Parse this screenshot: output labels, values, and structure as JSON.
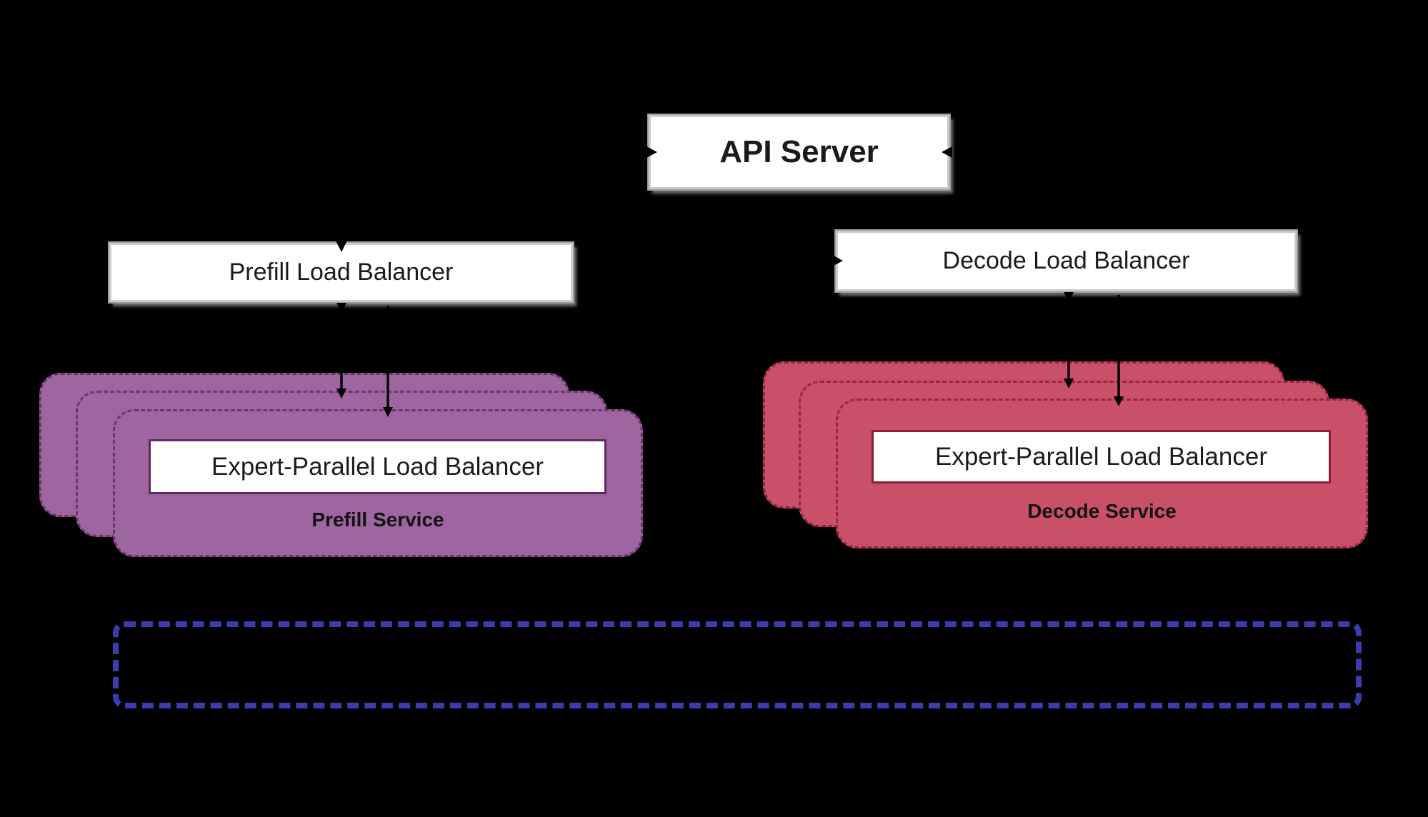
{
  "nodes": {
    "api_server": {
      "label": "API Server"
    },
    "prefill_load_balancer": {
      "label": "Prefill Load Balancer"
    },
    "decode_load_balancer": {
      "label": "Decode Load Balancer"
    },
    "prefill_service": {
      "expert_parallel_lb_label": "Expert-Parallel Load Balancer",
      "service_label": "Prefill Service",
      "replicas_shown": 3,
      "fill_color": "#9e66a0",
      "dashed_border_color": "#6e3470"
    },
    "decode_service": {
      "expert_parallel_lb_label": "Expert-Parallel Load Balancer",
      "service_label": "Decode Service",
      "replicas_shown": 3,
      "fill_color": "#c85168",
      "dashed_border_color": "#9b2347"
    },
    "bottom_group": {
      "label": "",
      "dashed_border_color": "#3c3cb0"
    }
  },
  "edges": [
    {
      "from": "api_server",
      "to": "prefill_load_balancer"
    },
    {
      "from": "prefill_load_balancer",
      "to": "api_server"
    },
    {
      "from": "api_server",
      "to": "decode_load_balancer"
    },
    {
      "from": "decode_load_balancer",
      "to": "api_server"
    },
    {
      "from": "prefill_load_balancer",
      "to": "prefill_service_replicas",
      "count": 2
    },
    {
      "from": "decode_load_balancer",
      "to": "decode_service_replicas",
      "count": 2
    }
  ],
  "colors": {
    "background": "#000000",
    "node_fill": "#ffffff",
    "node_text": "#1a1a1a",
    "arrow": "#000000"
  }
}
